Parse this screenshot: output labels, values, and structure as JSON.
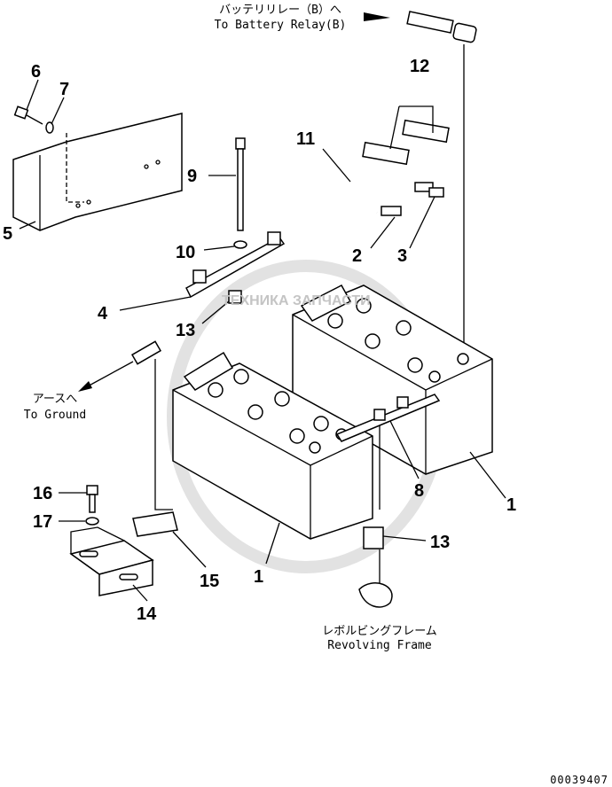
{
  "notes": {
    "battery_relay_jp": "バッテリリレー（B）へ",
    "battery_relay_en": "To Battery Relay(B)",
    "ground_jp": "アースへ",
    "ground_en": "To Ground",
    "frame_jp": "レボルビングフレーム",
    "frame_en": "Revolving Frame"
  },
  "watermark": "ТЕХНИКА ЗАПЧАСТИ",
  "drawing_code": "00039407",
  "callouts": [
    "6",
    "7",
    "5",
    "9",
    "10",
    "4",
    "13",
    "11",
    "12",
    "2",
    "3",
    "1",
    "8",
    "16",
    "17",
    "15",
    "1",
    "14",
    "13"
  ]
}
